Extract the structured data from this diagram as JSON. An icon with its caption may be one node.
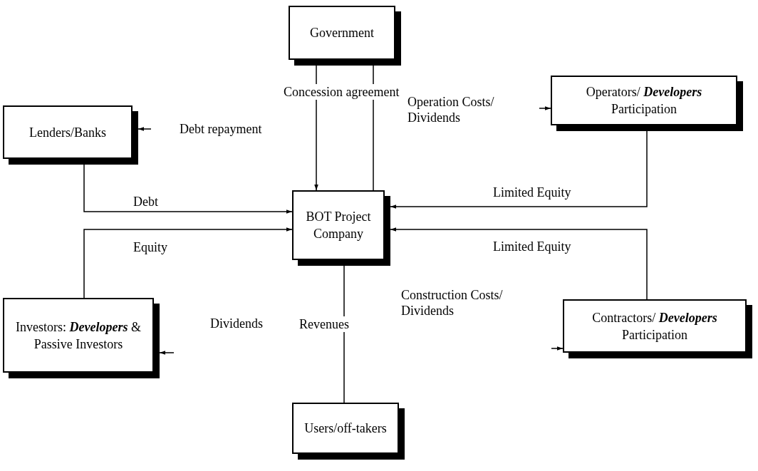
{
  "diagram": {
    "nodes": [
      {
        "text": [
          "Government"
        ]
      },
      {
        "text": [
          "Lenders/Banks"
        ]
      },
      {
        "text": [
          "Operators/ **Developers** Participation"
        ]
      },
      {
        "text": [
          "BOT Project Company"
        ]
      },
      {
        "text": [
          "Investors: **Developers** & Passive Investors"
        ]
      },
      {
        "text": [
          "Contractors/ **Developers** Participation"
        ]
      },
      {
        "text": [
          "Users/off-takers"
        ]
      }
    ],
    "edges": [
      {
        "from": 0,
        "to": 3,
        "arrow": "to",
        "label": "Concession agreement"
      },
      {
        "from": 3,
        "to": 0,
        "arrow": "to"
      },
      {
        "from": 1,
        "to": 3,
        "arrow": "to",
        "label": "Debt"
      },
      {
        "from": 2,
        "to": 3,
        "arrow": "to",
        "label": "Limited Equity"
      },
      {
        "from": 4,
        "to": 3,
        "arrow": "to",
        "label": "Equity"
      },
      {
        "from": 5,
        "to": 3,
        "arrow": "to",
        "label": "Limited Equity"
      },
      {
        "from": 6,
        "to": 3,
        "arrow": "to",
        "label": "Revenues"
      },
      {
        "from": null,
        "to": 1,
        "arrow": "to"
      },
      {
        "from": null,
        "to": 2,
        "arrow": "to"
      },
      {
        "from": null,
        "to": 4,
        "arrow": "to"
      },
      {
        "from": null,
        "to": 5,
        "arrow": "to"
      }
    ],
    "labels": [
      "Debt repayment",
      "Operation Costs/ Dividends",
      "Dividends",
      "Construction Costs/ Dividends"
    ]
  }
}
